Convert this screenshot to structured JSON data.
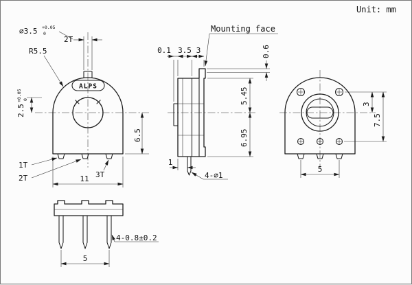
{
  "page": {
    "unit_label": "Unit: mm"
  },
  "front_view": {
    "logo": "ALPS",
    "dim_hole_dia": "⌀3.5",
    "dim_hole_tol_plus": "+0.05",
    "dim_hole_tol_minus": "0",
    "label_slot_width": "2T",
    "dim_radius": "R5.5",
    "dim_slot_depth": "2.5",
    "dim_slot_depth_tol_plus": "+0.05",
    "dim_slot_depth_tol_minus": "0",
    "dim_center_to_bottom": "6.5",
    "dim_overall_width": "11",
    "terminal_1": "1T",
    "terminal_2": "2T",
    "terminal_3": "3T"
  },
  "side_view": {
    "mounting_face_label": "Mounting face",
    "dim_clip_gap": "0.1",
    "dim_body_front": "3.5",
    "dim_body_rear": "3",
    "dim_clip_height": "0.6",
    "dim_top_to_center": "5.45",
    "dim_center_to_bottom": "6.95",
    "dim_pin_offset": "1",
    "dim_pin_dia": "4-⌀1"
  },
  "back_view": {
    "dim_rivet_to_center": "3",
    "dim_rivet_to_terminal": "7.5",
    "dim_terminal_span": "5"
  },
  "bottom_view": {
    "dim_pin_width": "4-0.8±0.2",
    "dim_pin_span": "5"
  }
}
